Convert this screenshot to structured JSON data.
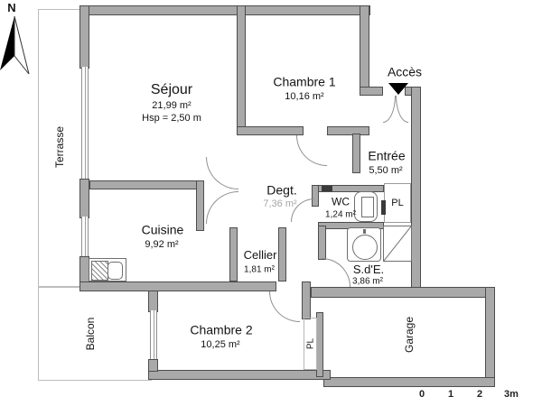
{
  "compass": {
    "label": "N"
  },
  "acces": {
    "label": "Accès"
  },
  "rooms": {
    "sejour": {
      "name": "Séjour",
      "area": "21,99 m²",
      "ceiling": "Hsp = 2,50 m"
    },
    "chambre1": {
      "name": "Chambre 1",
      "area": "10,16 m²"
    },
    "entree": {
      "name": "Entrée",
      "area": "5,50 m²"
    },
    "degagement": {
      "name": "Degt.",
      "area": "7,36 m²"
    },
    "wc": {
      "name": "WC",
      "area": "1,24 m²"
    },
    "placard_entree": {
      "name": "PL"
    },
    "cuisine": {
      "name": "Cuisine",
      "area": "9,92 m²"
    },
    "cellier": {
      "name": "Cellier",
      "area": "1,81 m²"
    },
    "salle_eau": {
      "name": "S.d'E.",
      "area": "3,86 m²"
    },
    "chambre2": {
      "name": "Chambre 2",
      "area": "10,25 m²"
    },
    "placard_chambre2": {
      "name": "PL"
    },
    "terrasse": {
      "name": "Terrasse"
    },
    "balcon": {
      "name": "Balcon"
    },
    "garage": {
      "name": "Garage"
    }
  },
  "scale_bar": {
    "ticks": [
      "0",
      "1",
      "2",
      "3m"
    ]
  },
  "colors": {
    "wall_fill": "#a9a9a9",
    "wall_outline": "#4d4d4d",
    "thin_line": "#bcbcbc",
    "text": "#141414",
    "muted_text": "#a6a6a6"
  }
}
